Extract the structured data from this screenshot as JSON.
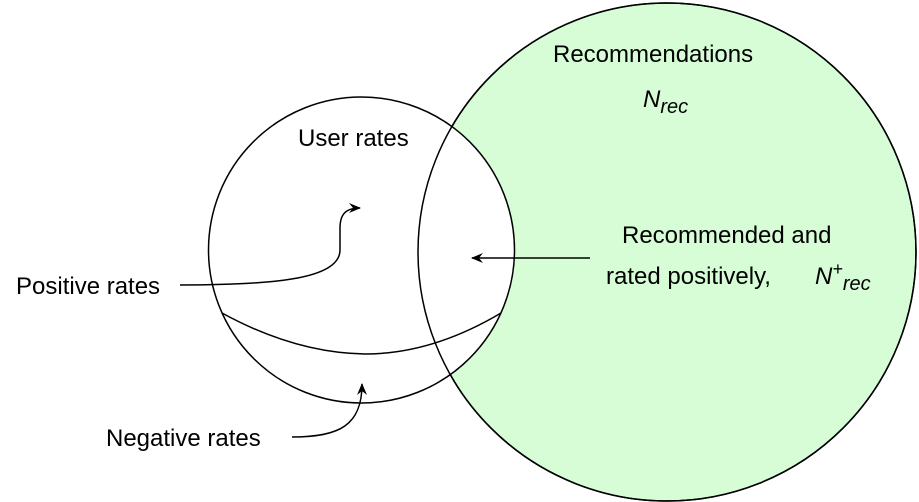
{
  "colors": {
    "recommendations_fill": "#d6fdd6",
    "stroke": "#000000"
  },
  "labels": {
    "recommendations": "Recommendations",
    "n_rec_main": "N",
    "n_rec_sub": "rec",
    "user_rates": "User rates",
    "recommended_line1": "Recommended and",
    "recommended_line2": "rated positively,",
    "n_plus_main": "N",
    "n_plus_sup": "+",
    "n_plus_sub": "rec",
    "positive_rates": "Positive rates",
    "negative_rates": "Negative rates"
  }
}
